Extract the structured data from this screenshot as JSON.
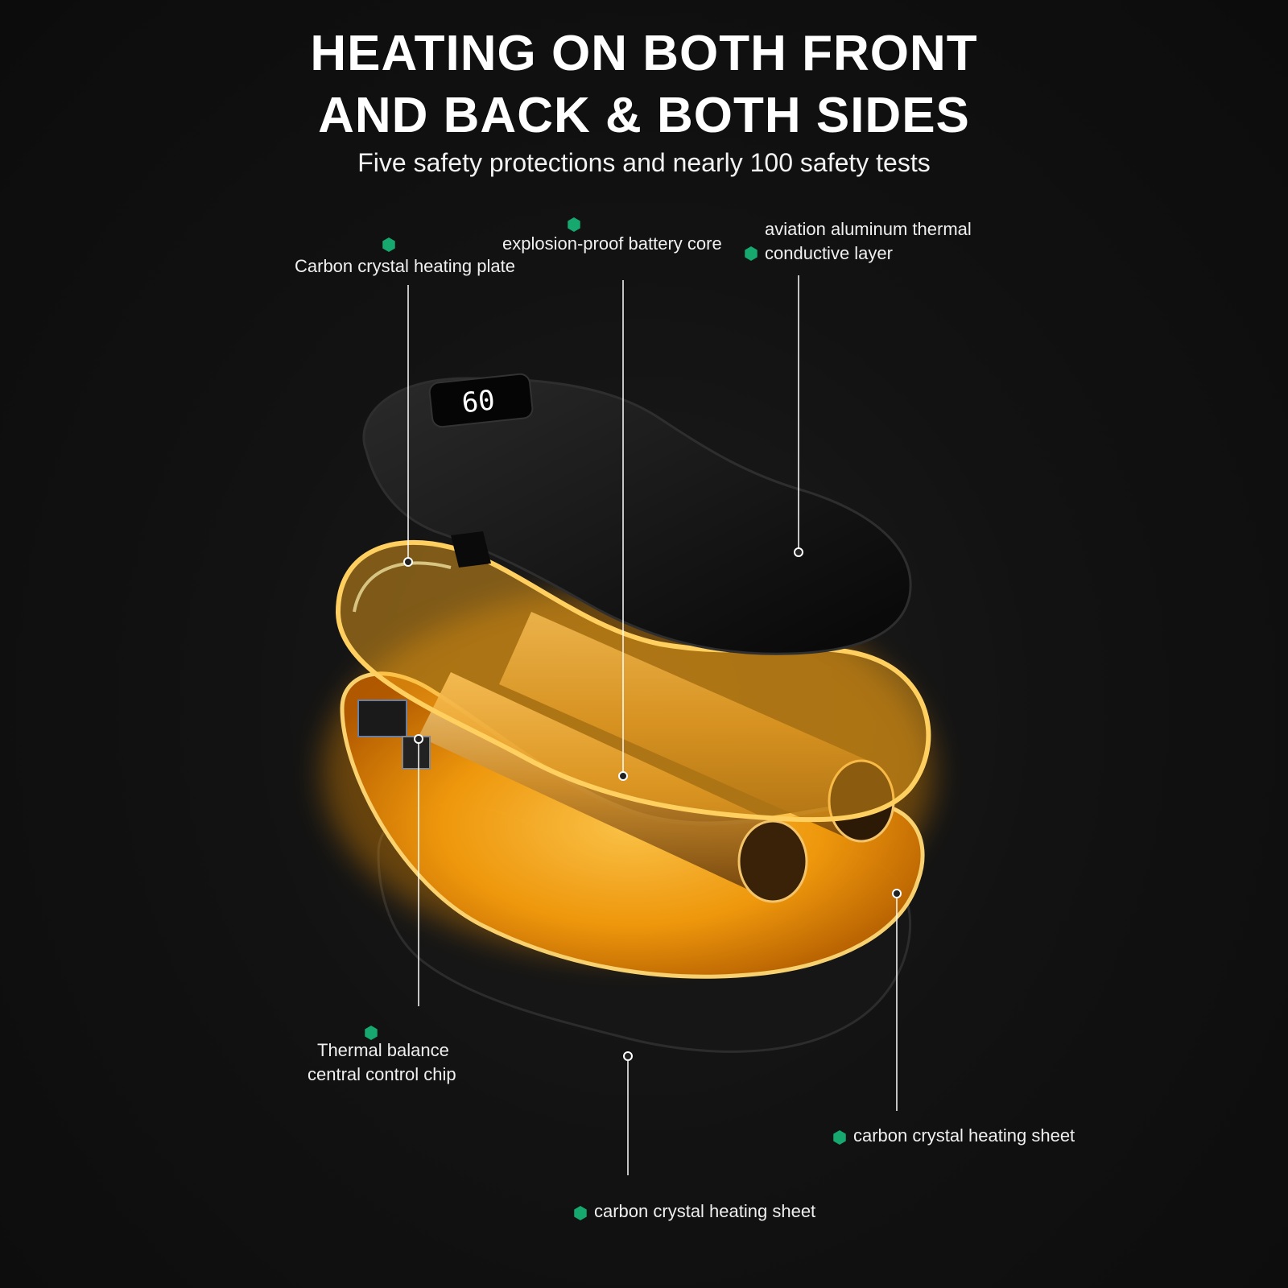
{
  "headline": {
    "line1": "HEATING ON BOTH FRONT",
    "line2": "AND BACK & BOTH SIDES"
  },
  "subheadline": "Five safety protections and nearly 100 safety tests",
  "device_display": "60",
  "colors": {
    "accent_hex_marker": "#16a86f",
    "glow": "#ffaa10",
    "background": "#101010"
  },
  "callouts": {
    "carbon_plate": "Carbon crystal heating plate",
    "battery_core": "explosion-proof battery core",
    "aluminum_line1": "aviation aluminum thermal",
    "aluminum_line2": "conductive layer",
    "chip_line1": "Thermal balance",
    "chip_line2": "central control chip",
    "sheet_right": "carbon crystal heating sheet",
    "sheet_bottom": "carbon crystal heating sheet"
  }
}
